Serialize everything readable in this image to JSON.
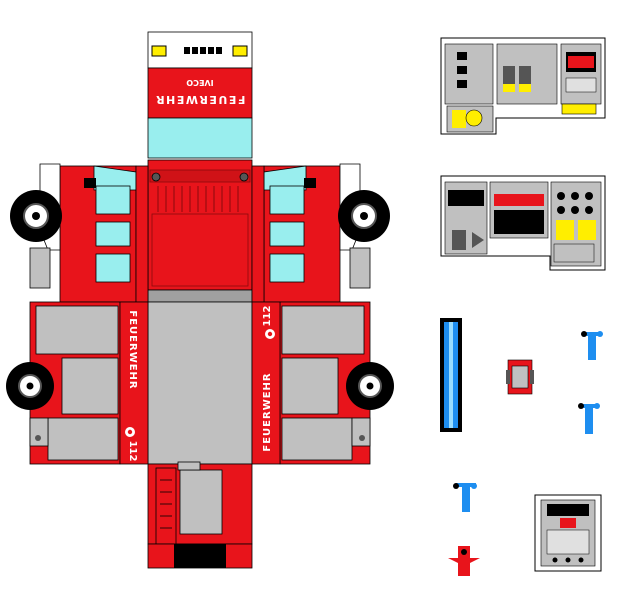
{
  "sheet": {
    "subject": "fire-truck-papercraft-cutout",
    "colors": {
      "red": "#e8141b",
      "dark_red": "#b30d12",
      "gray": "#c0c0c0",
      "dark_gray": "#808080",
      "cyan": "#99eeee",
      "white": "#ffffff",
      "black": "#000000",
      "blue": "#1e8ef0",
      "yellow": "#ffee00"
    }
  },
  "cab_front": {
    "banner_text": "FEUERWEHR",
    "brand_text": "IVECO"
  },
  "body_left": {
    "side_text": "FEUERWEHR",
    "emergency_number": "112"
  },
  "body_right": {
    "side_text": "FEUERWEHR",
    "emergency_number": "112"
  }
}
